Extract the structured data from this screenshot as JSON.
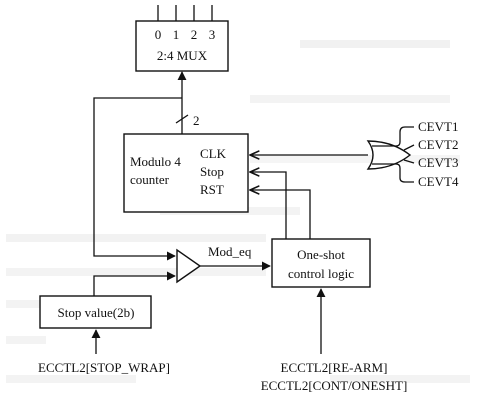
{
  "mux": {
    "label": "2:4 MUX",
    "inputs": [
      "0",
      "1",
      "2",
      "3"
    ]
  },
  "bus_width": "2",
  "counter": {
    "label_line1": "Modulo 4",
    "label_line2": "counter",
    "pins": [
      "CLK",
      "Stop",
      "RST"
    ]
  },
  "events": [
    "CEVT1",
    "CEVT2",
    "CEVT3",
    "CEVT4"
  ],
  "comparator_output": "Mod_eq",
  "oneshot": {
    "line1": "One-shot",
    "line2": "control logic"
  },
  "stop_value": "Stop value(2b)",
  "bottom_labels": {
    "stop_wrap": "ECCTL2[STOP_WRAP]",
    "re_arm": "ECCTL2[RE-ARM]",
    "cont_onesht": "ECCTL2[CONT/ONESHT]"
  }
}
